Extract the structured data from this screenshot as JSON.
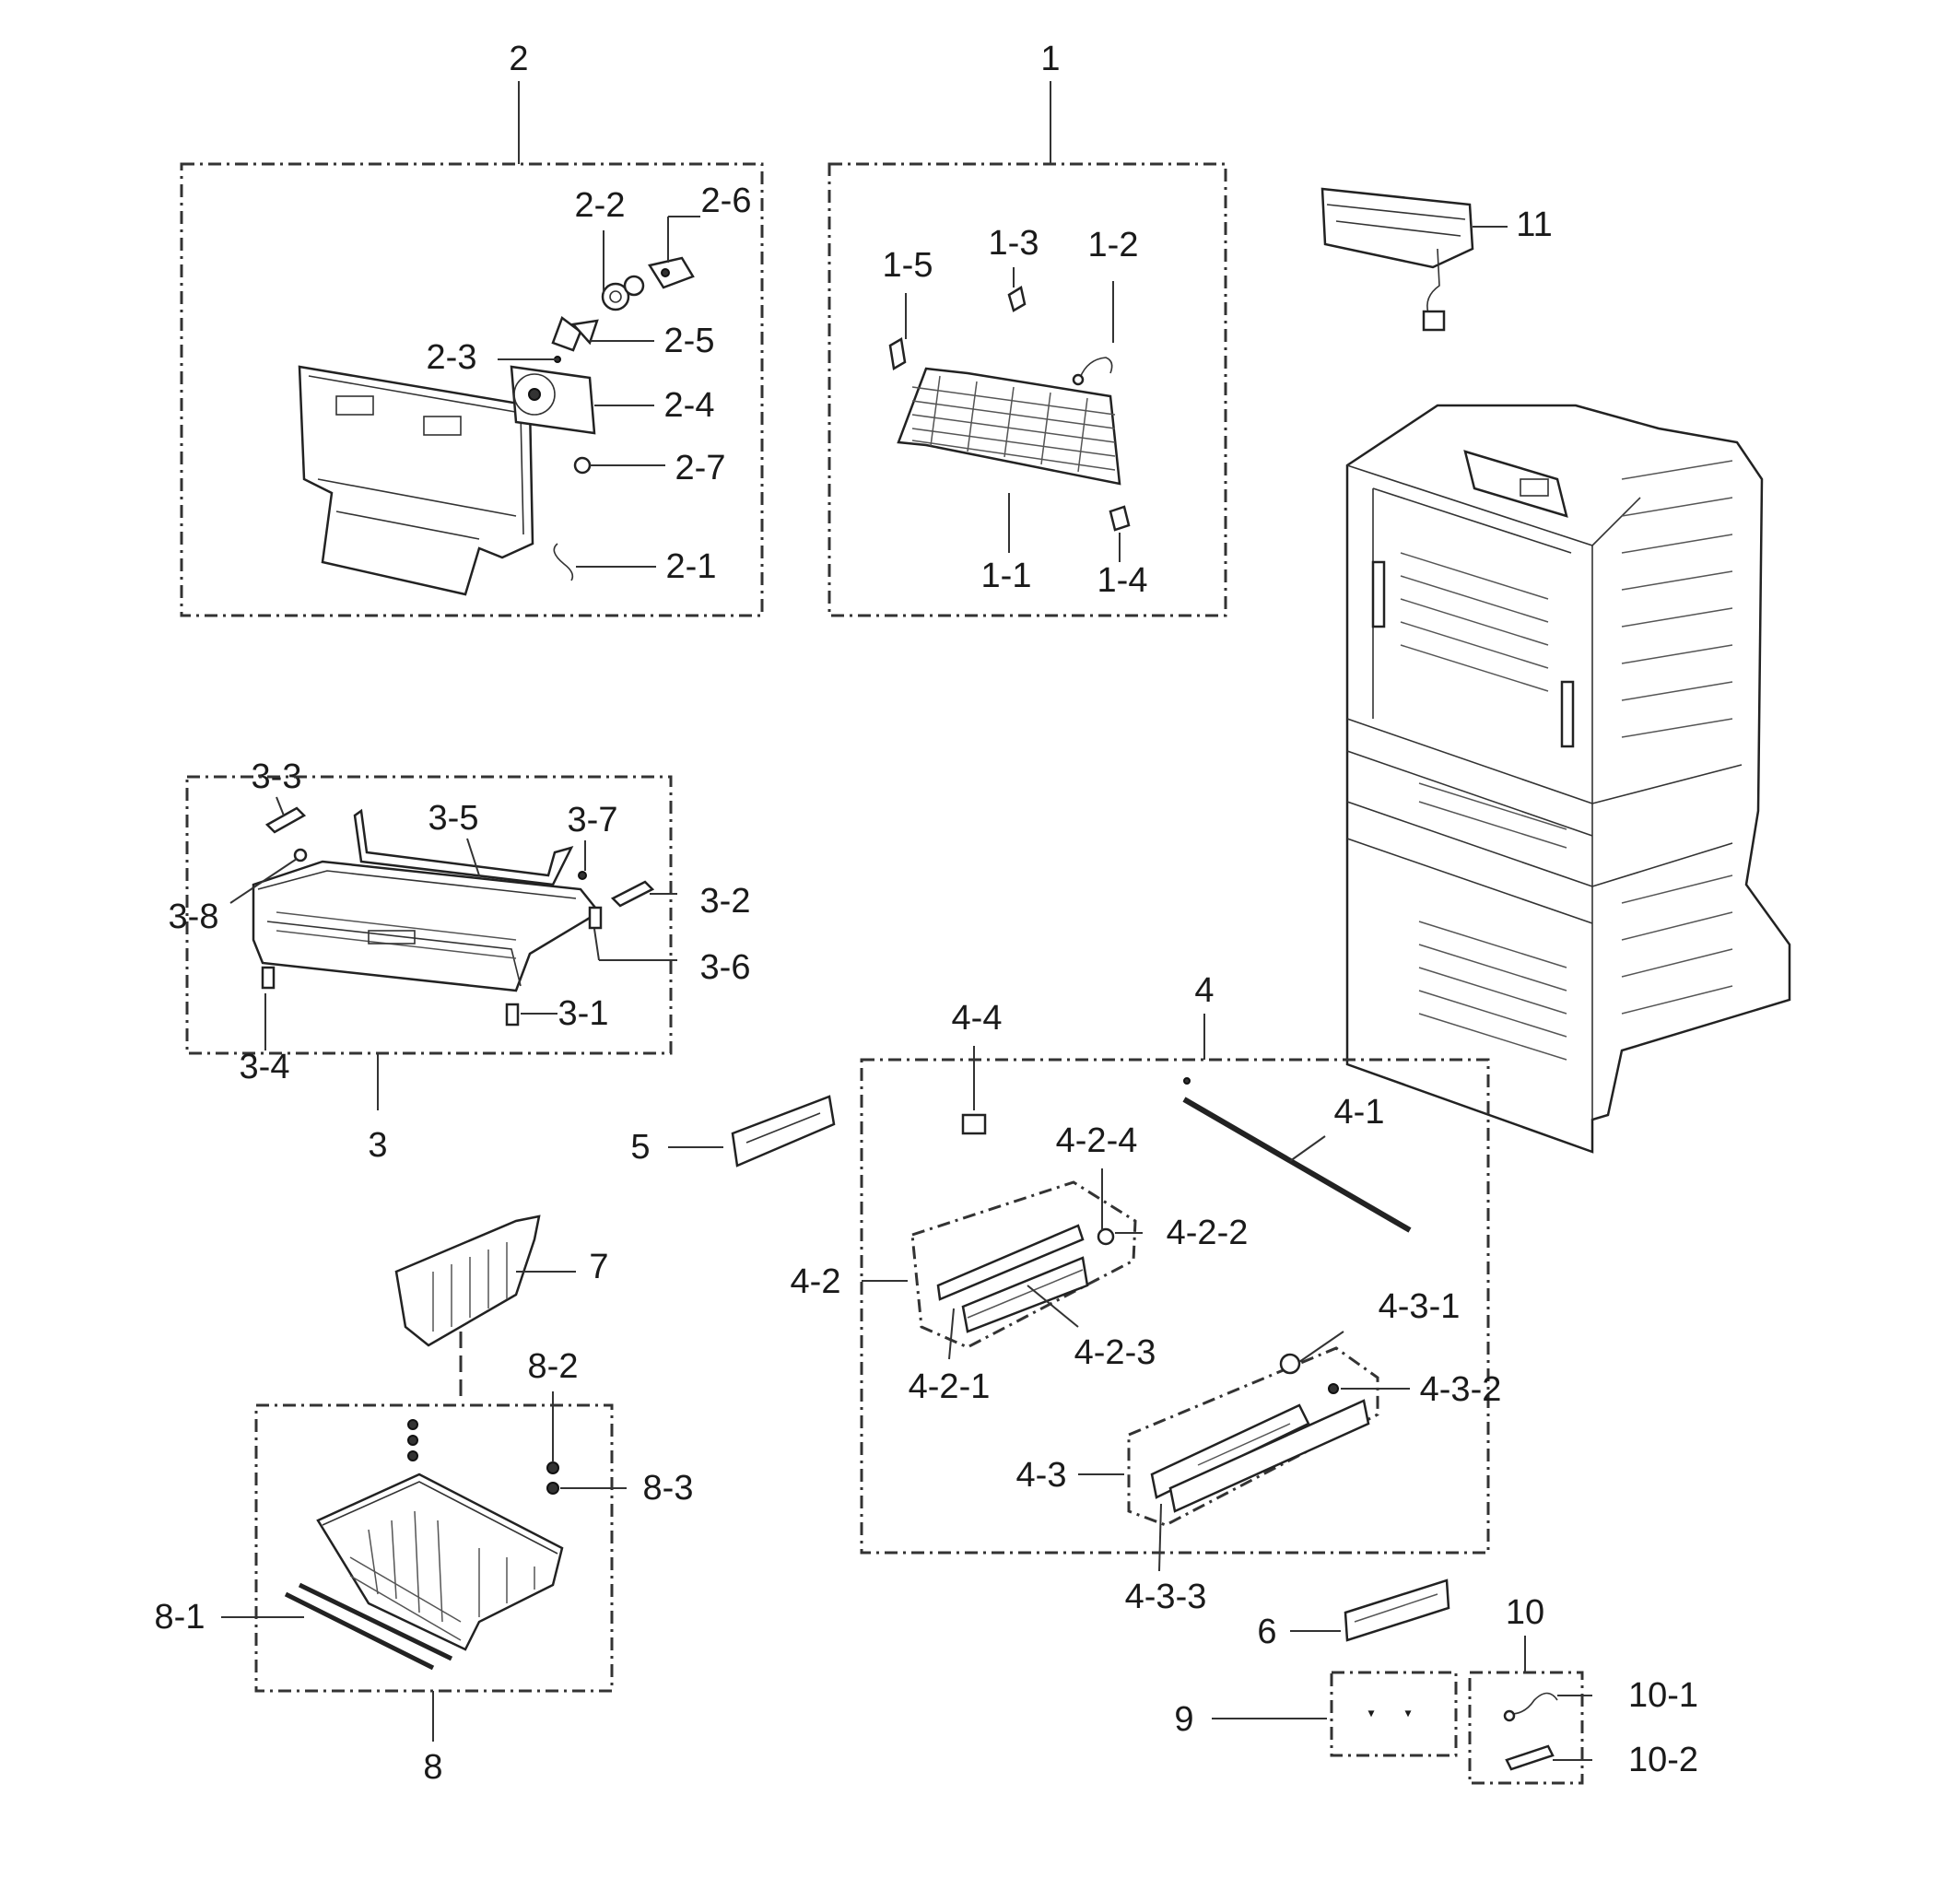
{
  "labels": {
    "g1": "1",
    "g1_1": "1-1",
    "g1_2": "1-2",
    "g1_3": "1-3",
    "g1_4": "1-4",
    "g1_5": "1-5",
    "g2": "2",
    "g2_1": "2-1",
    "g2_2": "2-2",
    "g2_3": "2-3",
    "g2_4": "2-4",
    "g2_5": "2-5",
    "g2_6": "2-6",
    "g2_7": "2-7",
    "g3": "3",
    "g3_1": "3-1",
    "g3_2": "3-2",
    "g3_3": "3-3",
    "g3_4": "3-4",
    "g3_5": "3-5",
    "g3_6": "3-6",
    "g3_7": "3-7",
    "g3_8": "3-8",
    "g4": "4",
    "g4_1": "4-1",
    "g4_2": "4-2",
    "g4_2_1": "4-2-1",
    "g4_2_2": "4-2-2",
    "g4_2_3": "4-2-3",
    "g4_2_4": "4-2-4",
    "g4_3": "4-3",
    "g4_3_1": "4-3-1",
    "g4_3_2": "4-3-2",
    "g4_3_3": "4-3-3",
    "g4_4": "4-4",
    "g5": "5",
    "g6": "6",
    "g7": "7",
    "g8": "8",
    "g8_1": "8-1",
    "g8_2": "8-2",
    "g8_3": "8-3",
    "g9": "9",
    "g10": "10",
    "g10_1": "10-1",
    "g10_2": "10-2",
    "g11": "11"
  }
}
